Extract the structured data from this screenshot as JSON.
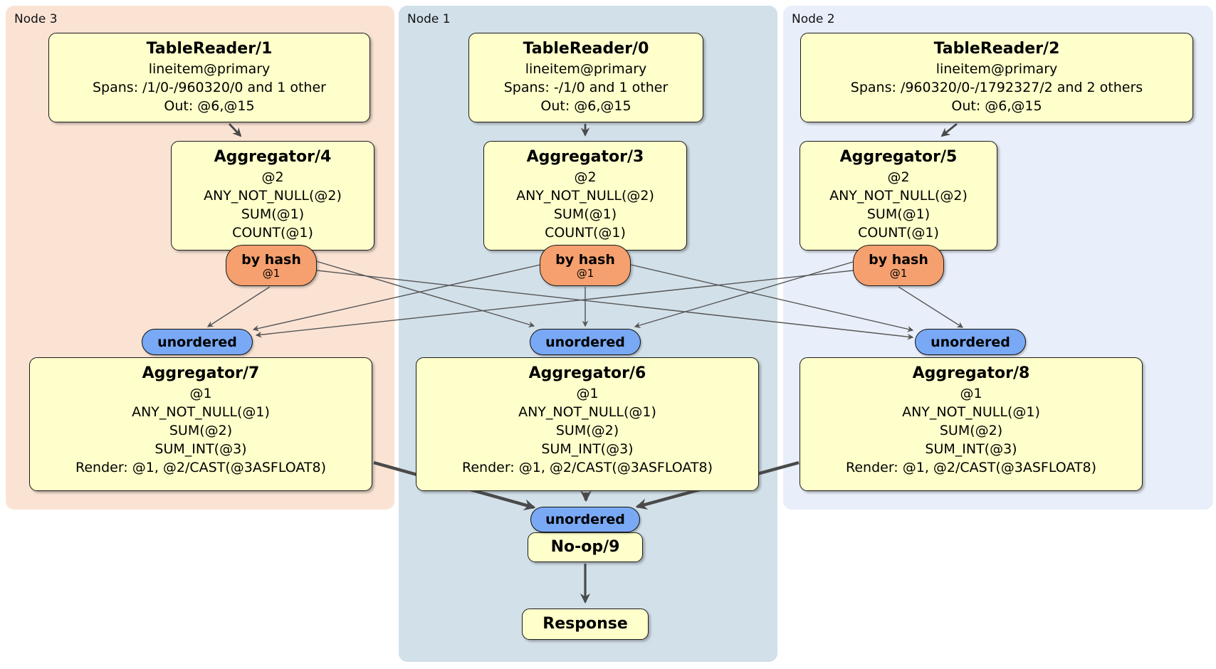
{
  "diagram": {
    "node_groups": [
      {
        "label": "Node 3"
      },
      {
        "label": "Node 1"
      },
      {
        "label": "Node 2"
      }
    ],
    "processors": {
      "tablereader1": {
        "title": "TableReader/1",
        "lines": [
          "lineitem@primary",
          "Spans: /1/0-/960320/0 and 1 other",
          "Out: @6,@15"
        ]
      },
      "tablereader0": {
        "title": "TableReader/0",
        "lines": [
          "lineitem@primary",
          "Spans: -/1/0 and 1 other",
          "Out: @6,@15"
        ]
      },
      "tablereader2": {
        "title": "TableReader/2",
        "lines": [
          "lineitem@primary",
          "Spans: /960320/0-/1792327/2 and 2 others",
          "Out: @6,@15"
        ]
      },
      "aggregator4": {
        "title": "Aggregator/4",
        "lines": [
          "@2",
          "ANY_NOT_NULL(@2)",
          "SUM(@1)",
          "COUNT(@1)"
        ]
      },
      "aggregator3": {
        "title": "Aggregator/3",
        "lines": [
          "@2",
          "ANY_NOT_NULL(@2)",
          "SUM(@1)",
          "COUNT(@1)"
        ]
      },
      "aggregator5": {
        "title": "Aggregator/5",
        "lines": [
          "@2",
          "ANY_NOT_NULL(@2)",
          "SUM(@1)",
          "COUNT(@1)"
        ]
      },
      "aggregator7": {
        "title": "Aggregator/7",
        "lines": [
          "@1",
          "ANY_NOT_NULL(@1)",
          "SUM(@2)",
          "SUM_INT(@3)",
          "Render: @1, @2/CAST(@3ASFLOAT8)"
        ]
      },
      "aggregator6": {
        "title": "Aggregator/6",
        "lines": [
          "@1",
          "ANY_NOT_NULL(@1)",
          "SUM(@2)",
          "SUM_INT(@3)",
          "Render: @1, @2/CAST(@3ASFLOAT8)"
        ]
      },
      "aggregator8": {
        "title": "Aggregator/8",
        "lines": [
          "@1",
          "ANY_NOT_NULL(@1)",
          "SUM(@2)",
          "SUM_INT(@3)",
          "Render: @1, @2/CAST(@3ASFLOAT8)"
        ]
      },
      "noop9": {
        "title": "No-op/9"
      },
      "response": {
        "title": "Response"
      }
    },
    "router": {
      "label": "by hash",
      "detail": "@1"
    },
    "sync": {
      "label": "unordered"
    },
    "colors": {
      "node3_bg": "#fbe3d4",
      "node1_bg": "#d2e0e9",
      "node2_bg": "#e9effa",
      "box_fill": "#ffffcb",
      "router_fill": "#f5a06e",
      "sync_fill": "#79a9f5",
      "edge": "#4d4d4d"
    }
  }
}
